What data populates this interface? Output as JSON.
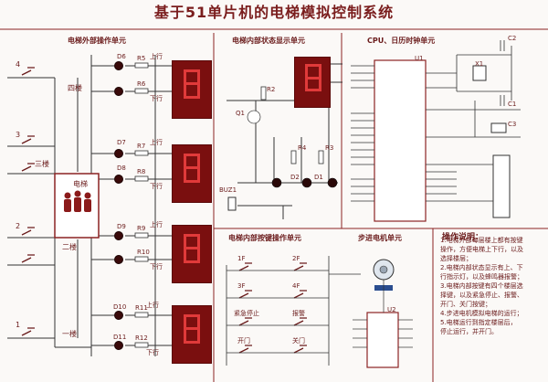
{
  "title": "基于51单片机的电梯模拟控制系统",
  "sections": {
    "outer": "电梯外部操作单元",
    "display": "电梯内部状态显示单元",
    "cpu": "CPU、日历时钟单元",
    "inner": "电梯内部按键操作单元",
    "motor": "步进电机单元",
    "notes_title": "操作说明："
  },
  "floors": {
    "f4": "四楼",
    "f3": "三楼",
    "f2": "二楼",
    "f1": "一楼",
    "car": "电梯"
  },
  "floor_digits": [
    "4",
    "3",
    "2",
    "1"
  ],
  "display_labels": {
    "up": "上行",
    "down": "下行"
  },
  "leds": [
    "D6",
    "D7",
    "D8",
    "D9",
    "D10",
    "D11"
  ],
  "resistors": [
    "R5",
    "R6",
    "R7",
    "R8",
    "R9",
    "R10",
    "R11",
    "R12"
  ],
  "components": {
    "q1": "Q1",
    "r2": "R2",
    "r3": "R3",
    "r4": "R4",
    "d1": "D1",
    "d2": "D2",
    "buzzer": "BUZ1",
    "u1": "U1",
    "u2": "U2",
    "x1": "X1",
    "c1": "C1",
    "c2": "C2",
    "c3": "C3"
  },
  "inner_keys": [
    "1F",
    "2F",
    "3F",
    "4F",
    "紧急停止",
    "报警",
    "开门",
    "关门"
  ],
  "notes": [
    "1.电梯外部每层楼上都有按键",
    "操作，方便电梯上下行，以及",
    "选择楼层；",
    "2.电梯内部状态显示有上、下",
    "行指示灯，以及蜂鸣器报警；",
    "3.电梯内部按键有四个楼层选",
    "择键，以及紧急停止、报警、",
    "开门、关门按键；",
    "4.步进电机模拟电梯的运行；",
    "5.电梯运行到指定楼层后，",
    "停止运行，并开门。"
  ]
}
